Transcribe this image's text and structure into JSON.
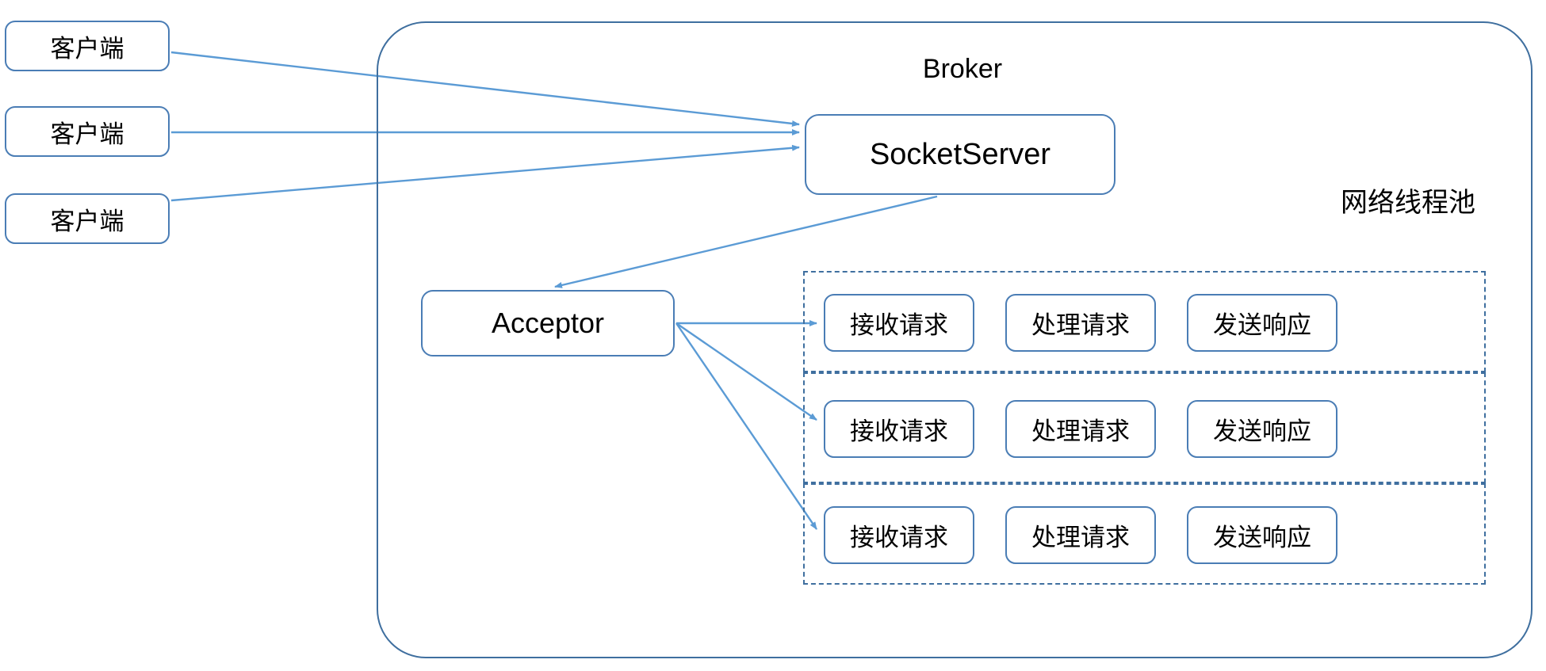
{
  "diagram": {
    "title": "Kafka Broker SocketServer network thread pool diagram",
    "colors": {
      "node_border": "#4a7db5",
      "container_border": "#3f6f9f",
      "arrow": "#5b9bd5",
      "text": "#000000",
      "background": "#ffffff"
    }
  },
  "clients": [
    {
      "label": "客户端"
    },
    {
      "label": "客户端"
    },
    {
      "label": "客户端"
    }
  ],
  "broker": {
    "label": "Broker",
    "socket_server": {
      "label": "SocketServer"
    },
    "acceptor": {
      "label": "Acceptor"
    },
    "thread_pool": {
      "label": "网络线程池",
      "column_labels": [
        "接收请求",
        "处理请求",
        "发送响应"
      ],
      "rows": [
        {
          "stages": [
            "接收请求",
            "处理请求",
            "发送响应"
          ]
        },
        {
          "stages": [
            "接收请求",
            "处理请求",
            "发送响应"
          ]
        },
        {
          "stages": [
            "接收请求",
            "处理请求",
            "发送响应"
          ]
        }
      ]
    }
  },
  "edges": [
    {
      "from": "client-1",
      "to": "socket-server"
    },
    {
      "from": "client-2",
      "to": "socket-server"
    },
    {
      "from": "client-3",
      "to": "socket-server"
    },
    {
      "from": "socket-server",
      "to": "acceptor"
    },
    {
      "from": "acceptor",
      "to": "pool-row-1-receive"
    },
    {
      "from": "acceptor",
      "to": "pool-row-2-receive"
    },
    {
      "from": "acceptor",
      "to": "pool-row-3-receive"
    }
  ]
}
